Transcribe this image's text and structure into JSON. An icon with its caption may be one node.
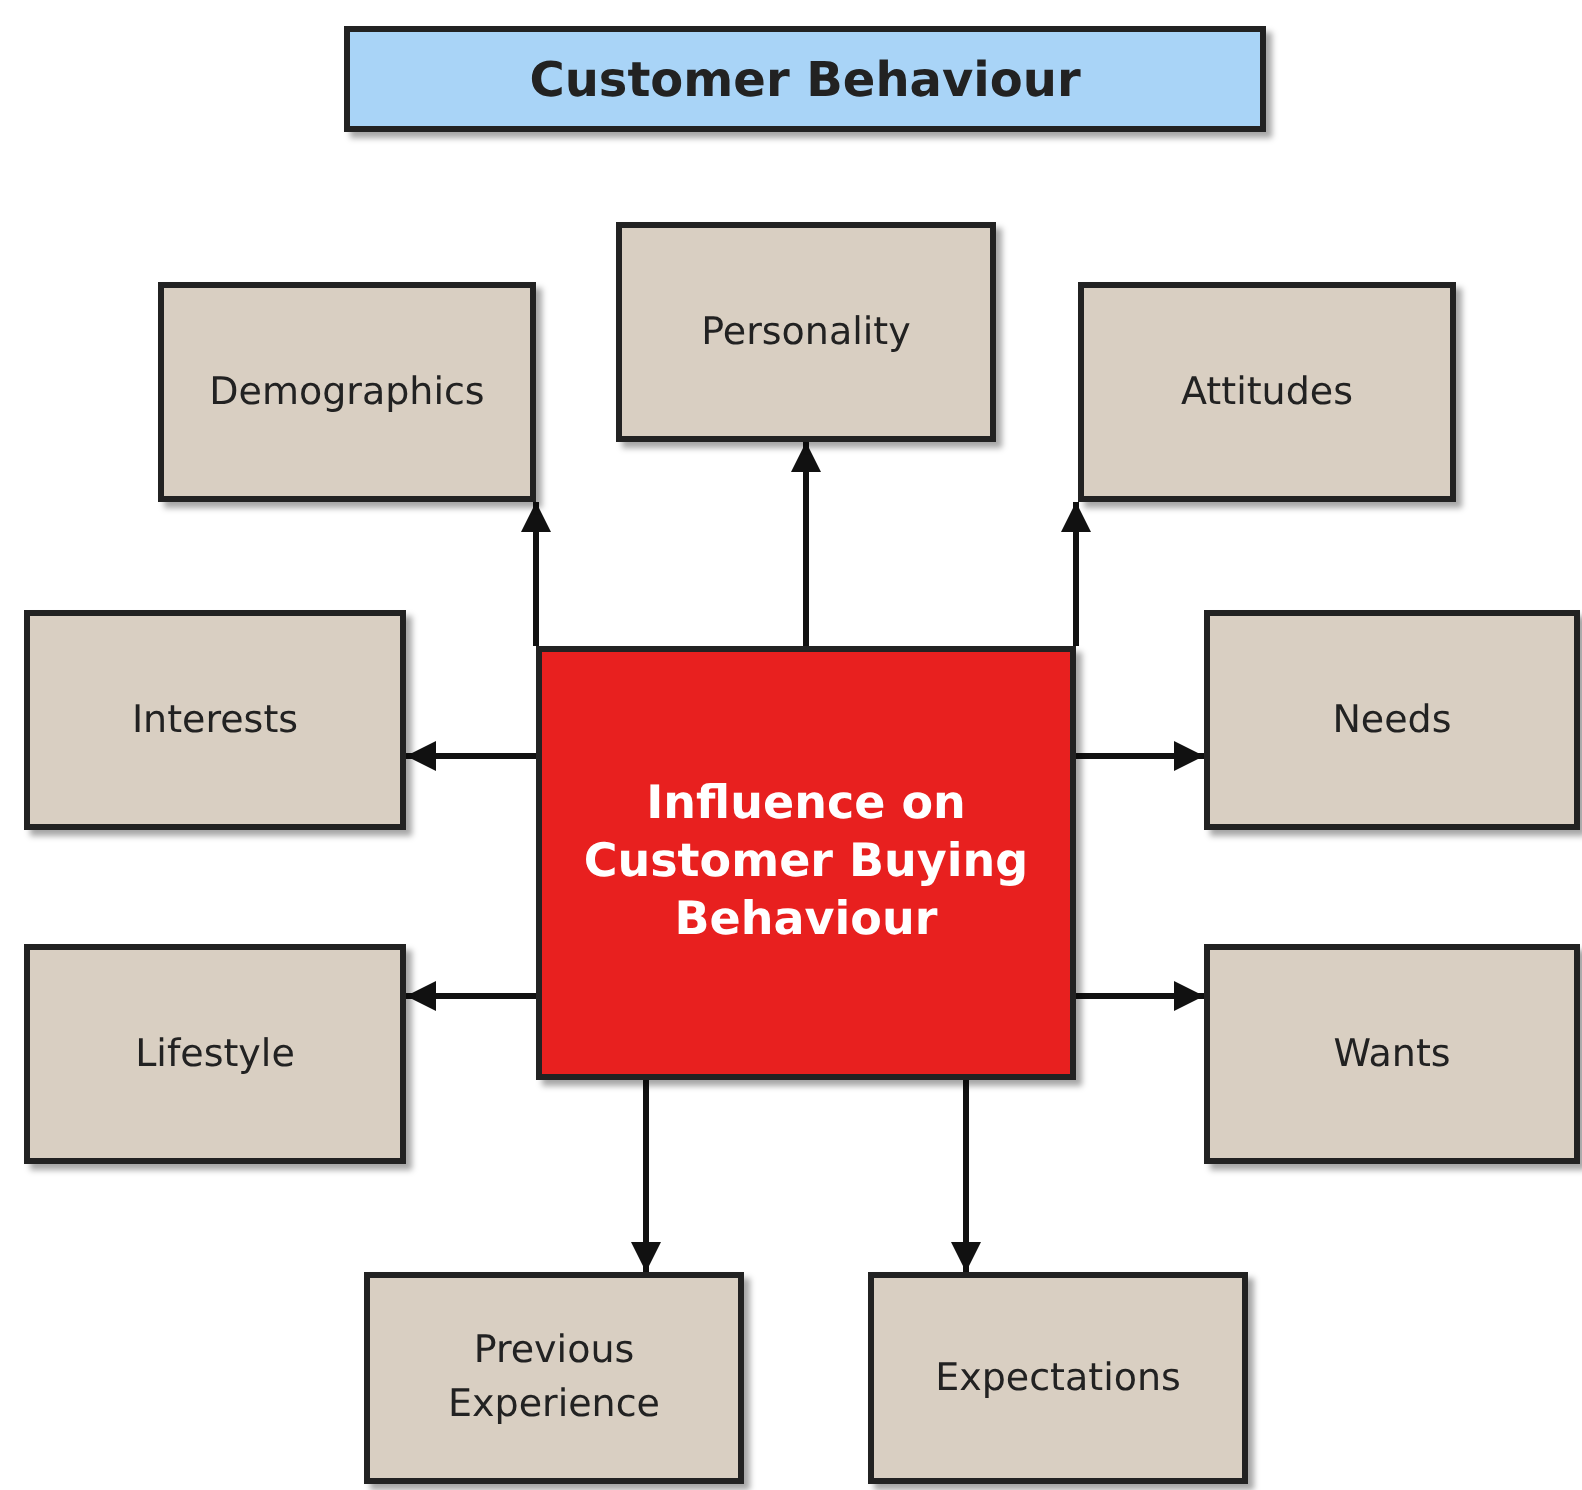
{
  "diagram": {
    "title": "Customer Behaviour",
    "nodes": [
      {
        "text": [
          "Personality"
        ]
      },
      {
        "text": [
          "Demographics"
        ]
      },
      {
        "text": [
          "Attitudes"
        ]
      },
      {
        "text": [
          "Interests"
        ]
      },
      {
        "text": [
          "Influence on Customer Buying Behaviour"
        ]
      },
      {
        "text": [
          "Needs"
        ]
      },
      {
        "text": [
          "Lifestyle"
        ]
      },
      {
        "text": [
          "Wants"
        ]
      },
      {
        "text": [
          "Previous Experience"
        ]
      },
      {
        "text": [
          "Expectations"
        ]
      }
    ],
    "edges": [
      {
        "from": 4,
        "to": 1,
        "arrow": "to"
      },
      {
        "from": 4,
        "to": 0,
        "arrow": "to"
      },
      {
        "from": 4,
        "to": 2,
        "arrow": "to"
      },
      {
        "from": 4,
        "to": 3,
        "arrow": "to"
      },
      {
        "from": 4,
        "to": 5,
        "arrow": "to"
      },
      {
        "from": 4,
        "to": 6,
        "arrow": "to"
      },
      {
        "from": 4,
        "to": 7,
        "arrow": "to"
      },
      {
        "from": 4,
        "to": 8,
        "arrow": "to"
      },
      {
        "from": 4,
        "to": 9,
        "arrow": "to"
      }
    ]
  }
}
